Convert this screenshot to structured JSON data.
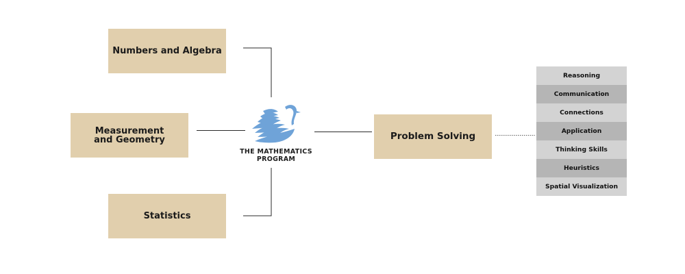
{
  "content_areas": [
    {
      "id": "numbers",
      "label": "Numbers and Algebra"
    },
    {
      "id": "measure",
      "label": "Measurement and Geometry"
    },
    {
      "id": "stats",
      "label": "Statistics"
    }
  ],
  "center": {
    "title_line1": "THE MATHEMATICS",
    "title_line2": "PROGRAM",
    "logo_icon": "swan-icon",
    "logo_color": "#6fa3d8"
  },
  "goal": {
    "label": "Problem Solving"
  },
  "skills": [
    {
      "label": "Reasoning",
      "shade": "light"
    },
    {
      "label": "Communication",
      "shade": "dark"
    },
    {
      "label": "Connections",
      "shade": "light"
    },
    {
      "label": "Application",
      "shade": "dark"
    },
    {
      "label": "Thinking Skills",
      "shade": "light"
    },
    {
      "label": "Heuristics",
      "shade": "dark"
    },
    {
      "label": "Spatial Visualization",
      "shade": "light"
    }
  ],
  "colors": {
    "box_fill": "#e1cfad",
    "skill_light": "#d3d3d3",
    "skill_dark": "#b5b5b5",
    "connector": "#2a2a2a"
  }
}
